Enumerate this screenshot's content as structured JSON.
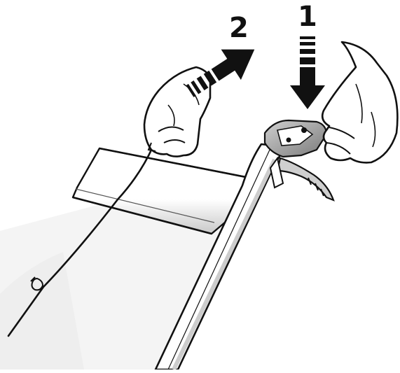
{
  "steps": [
    {
      "number": "1",
      "action": "press-lever-down"
    },
    {
      "number": "2",
      "action": "pull-cable-back"
    }
  ],
  "colors": {
    "line": "#111111",
    "background": "#ffffff",
    "shadow": "#bbbbbb",
    "mechanism_gray": "#9a9a9a"
  },
  "icons": [
    "arrow-down-icon",
    "arrow-diagonal-icon",
    "hand-icon"
  ]
}
